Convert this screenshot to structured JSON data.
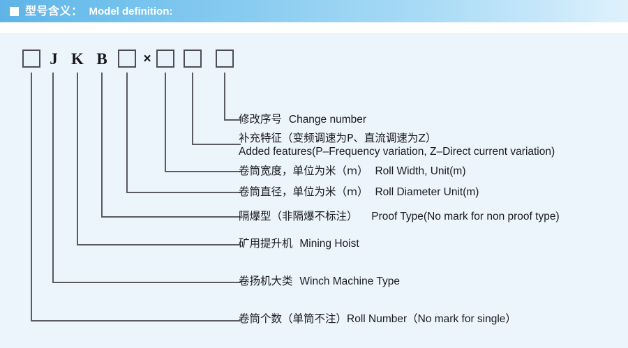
{
  "header": {
    "bullet_icon": "square-bullet-icon",
    "title_cn": "型号含义：",
    "title_en": "Model definition:",
    "bar_color": "#6fc0ec",
    "text_color": "#ffffff"
  },
  "model_code": {
    "items": [
      {
        "type": "box",
        "text": "",
        "name": "code-box-roll-number"
      },
      {
        "type": "letter",
        "text": "J",
        "name": "code-letter-j"
      },
      {
        "type": "letter",
        "text": "K",
        "name": "code-letter-k"
      },
      {
        "type": "letter",
        "text": "B",
        "name": "code-letter-b"
      },
      {
        "type": "box",
        "text": "",
        "name": "code-box-proof-type"
      },
      {
        "type": "mult",
        "text": "×",
        "name": "code-multiply-sign"
      },
      {
        "type": "box",
        "text": "",
        "name": "code-box-roll-diameter"
      },
      {
        "type": "box",
        "text": "",
        "name": "code-box-roll-width"
      },
      {
        "type": "box",
        "text": "",
        "name": "code-box-change-number"
      }
    ],
    "box_border_color": "#4e4e52",
    "box_fill_color": "#e8f2fb"
  },
  "legend": [
    {
      "id": "change-number",
      "cn": "修改序号",
      "en": "Change number",
      "sub": ""
    },
    {
      "id": "added-features",
      "cn": "补充特征（变频调速为P、直流调速为Z）",
      "en": "",
      "sub": "Added features(P–Frequency variation, Z–Direct current variation)"
    },
    {
      "id": "roll-width",
      "cn": "卷筒宽度，单位为米（m）",
      "en": "Roll Width, Unit(m)",
      "sub": ""
    },
    {
      "id": "roll-diameter",
      "cn": "卷筒直径，单位为米（m）",
      "en": "Roll Diameter Unit(m)",
      "sub": ""
    },
    {
      "id": "proof-type",
      "cn": "隔爆型（非隔爆不标注）",
      "en": "Proof Type(No mark for non proof type)",
      "sub": ""
    },
    {
      "id": "mining-hoist",
      "cn": "矿用提升机",
      "en": "Mining Hoist",
      "sub": ""
    },
    {
      "id": "winch-machine-type",
      "cn": "卷扬机大类",
      "en": "Winch Machine Type",
      "sub": ""
    },
    {
      "id": "roll-number",
      "cn": "卷筒个数（单筒不注）",
      "en": "Roll Number（No mark for single）",
      "sub": ""
    }
  ],
  "colors": {
    "panel_background": "#ecf4fc",
    "page_background": "#ffffff",
    "line_color": "#5a5a60",
    "text_color": "#1a1a1f"
  }
}
